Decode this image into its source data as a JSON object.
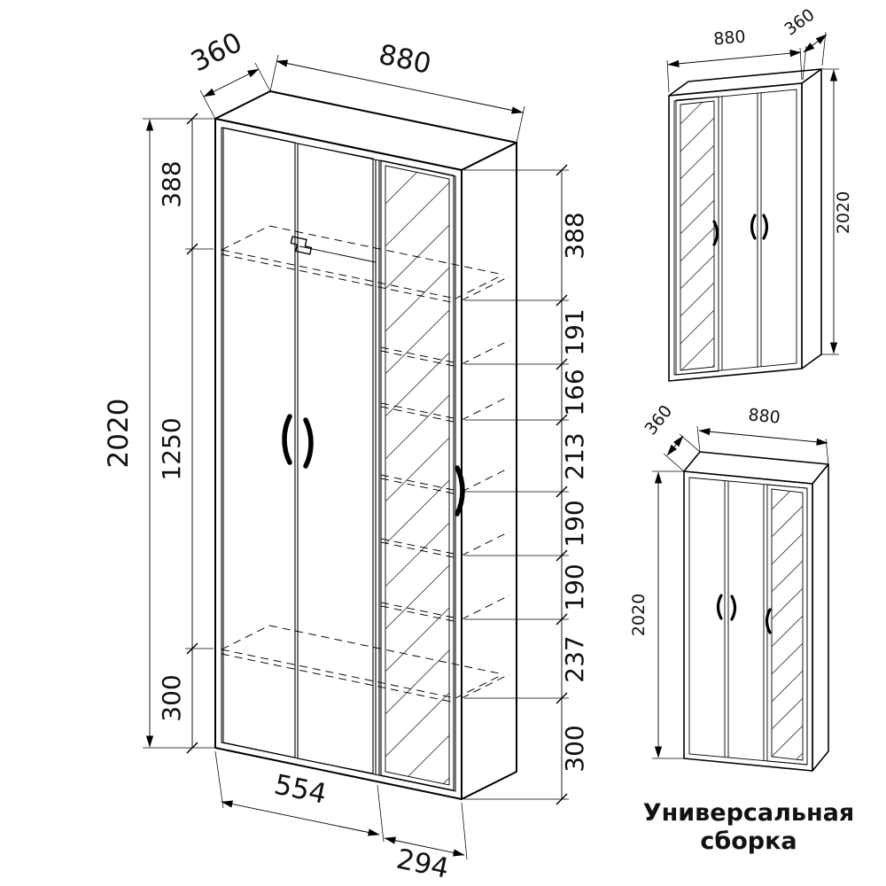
{
  "main_view": {
    "dim_depth": "360",
    "dim_width": "880",
    "dim_height": "2020",
    "left_chain": [
      "388",
      "1250",
      "300"
    ],
    "right_chain": [
      "388",
      "191",
      "166",
      "213",
      "190",
      "190",
      "237",
      "300"
    ],
    "dim_bottom_doors": "554",
    "dim_bottom_mirror": "294"
  },
  "variant_top": {
    "dim_width": "880",
    "dim_depth": "360",
    "dim_height": "2020"
  },
  "variant_bottom": {
    "dim_depth": "360",
    "dim_width": "880",
    "dim_height": "2020"
  },
  "caption": {
    "line1": "Универсальная",
    "line2": "сборка"
  }
}
